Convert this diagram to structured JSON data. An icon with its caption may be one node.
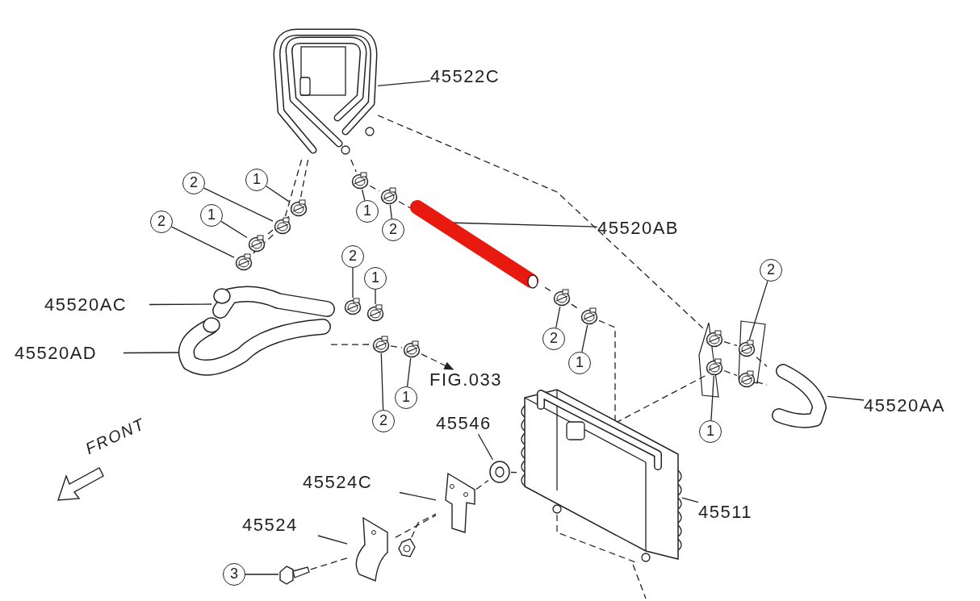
{
  "diagram": {
    "nodes": [
      {
        "text": [
          "45522C"
        ]
      },
      {
        "text": [],
        "shape": "picture"
      },
      {
        "text": [
          "1"
        ]
      },
      {
        "text": [],
        "shape": "picture"
      },
      {
        "text": [
          "2"
        ]
      },
      {
        "text": [],
        "shape": "picture"
      },
      {
        "text": [
          "1"
        ]
      },
      {
        "text": [],
        "shape": "picture"
      },
      {
        "text": [
          "1"
        ]
      },
      {
        "text": [],
        "shape": "picture"
      },
      {
        "text": [
          "2"
        ]
      },
      {
        "text": [],
        "shape": "picture"
      },
      {
        "text": [
          "45520AB"
        ]
      },
      {
        "text": [],
        "shape": "picture"
      },
      {
        "text": [
          "2"
        ]
      },
      {
        "text": [],
        "shape": "picture"
      },
      {
        "text": [
          "2"
        ]
      },
      {
        "text": [],
        "shape": "picture"
      },
      {
        "text": [
          "2"
        ]
      },
      {
        "text": [],
        "shape": "picture"
      },
      {
        "text": [
          "1"
        ]
      },
      {
        "text": [],
        "shape": "picture"
      },
      {
        "text": [
          "45520AC"
        ]
      },
      {
        "text": [],
        "shape": "picture"
      },
      {
        "text": [
          "2"
        ]
      },
      {
        "text": [],
        "shape": "picture"
      },
      {
        "text": [
          "45520AD"
        ]
      },
      {
        "text": [],
        "shape": "picture"
      },
      {
        "text": [
          "1"
        ]
      },
      {
        "text": [],
        "shape": "picture"
      },
      {
        "text": [
          "FIG.033"
        ]
      },
      {
        "text": [
          "1"
        ]
      },
      {
        "text": [],
        "shape": "picture"
      },
      {
        "text": [
          "45520AA"
        ]
      },
      {
        "text": [],
        "shape": "picture"
      },
      {
        "text": [
          "2"
        ]
      },
      {
        "text": [],
        "shape": "picture"
      },
      {
        "text": [
          "45546"
        ]
      },
      {
        "text": [],
        "shape": "picture"
      },
      {
        "text": [
          "1"
        ]
      },
      {
        "text": [],
        "shape": "picture"
      },
      {
        "text": [
          "45524C"
        ]
      },
      {
        "text": [],
        "shape": "picture"
      },
      {
        "text": [
          "45511"
        ]
      },
      {
        "text": [],
        "shape": "picture"
      },
      {
        "text": [
          "45524"
        ]
      },
      {
        "text": [],
        "shape": "picture"
      },
      {
        "text": [
          "3"
        ]
      },
      {
        "text": [],
        "shape": "picture"
      },
      {
        "text": [],
        "shape": "picture"
      },
      {
        "text": [],
        "shape": "picture"
      },
      {
        "text": [],
        "shape": "picture"
      }
    ],
    "edges": [
      {
        "from": 0,
        "to": 1,
        "arrow": "none"
      },
      {
        "from": 2,
        "to": 3,
        "arrow": "none"
      },
      {
        "from": 4,
        "to": 5,
        "arrow": "none"
      },
      {
        "from": 6,
        "to": 7,
        "arrow": "none"
      },
      {
        "from": 8,
        "to": 9,
        "arrow": "none"
      },
      {
        "from": 10,
        "to": 11,
        "arrow": "none"
      },
      {
        "from": 12,
        "to": 13,
        "arrow": "none"
      },
      {
        "from": 14,
        "to": 15,
        "arrow": "none"
      },
      {
        "from": 16,
        "to": 17,
        "arrow": "none"
      },
      {
        "from": 18,
        "to": 19,
        "arrow": "none"
      },
      {
        "from": 20,
        "to": 21,
        "arrow": "none"
      },
      {
        "from": 22,
        "to": 23,
        "arrow": "none"
      },
      {
        "from": 24,
        "to": 25,
        "arrow": "none"
      },
      {
        "from": 26,
        "to": 27,
        "arrow": "none"
      },
      {
        "from": 28,
        "to": 29,
        "arrow": "none"
      },
      {
        "from": 31,
        "to": 32,
        "arrow": "none"
      },
      {
        "from": 33,
        "to": 34,
        "arrow": "none"
      },
      {
        "from": 35,
        "to": 36,
        "arrow": "none"
      },
      {
        "from": 37,
        "to": 38,
        "arrow": "none"
      },
      {
        "from": 39,
        "to": 40,
        "arrow": "none"
      },
      {
        "from": 41,
        "to": 42,
        "arrow": "none"
      },
      {
        "from": 43,
        "to": 44,
        "arrow": "none"
      },
      {
        "from": 45,
        "to": 46,
        "arrow": "none"
      },
      {
        "from": 47,
        "to": 48,
        "arrow": "none"
      },
      {
        "from": 1,
        "to": 3,
        "arrow": "none",
        "style": "dashed"
      },
      {
        "from": 3,
        "to": 9,
        "arrow": "none",
        "style": "dashed"
      },
      {
        "from": 1,
        "to": 5,
        "arrow": "none",
        "style": "dashed"
      },
      {
        "from": 5,
        "to": 11,
        "arrow": "none",
        "style": "dashed"
      },
      {
        "from": 1,
        "to": 7,
        "arrow": "none",
        "style": "dashed"
      },
      {
        "from": 7,
        "to": 15,
        "arrow": "none",
        "style": "dashed"
      },
      {
        "from": 15,
        "to": 13,
        "arrow": "none",
        "style": "dashed"
      },
      {
        "from": 13,
        "to": 25,
        "arrow": "none",
        "style": "dashed"
      },
      {
        "from": 25,
        "to": 29,
        "arrow": "none",
        "style": "dashed"
      },
      {
        "from": 29,
        "to": 44,
        "arrow": "none",
        "style": "dashed"
      },
      {
        "from": 1,
        "to": 49,
        "arrow": "none",
        "style": "dashed"
      },
      {
        "from": 40,
        "to": 44,
        "arrow": "none",
        "style": "dashed"
      },
      {
        "from": 19,
        "to": 34,
        "arrow": "none",
        "style": "dashed"
      },
      {
        "from": 50,
        "to": 34,
        "arrow": "none",
        "style": "dashed"
      },
      {
        "from": 27,
        "to": 36,
        "arrow": "none",
        "style": "dashed"
      },
      {
        "from": 36,
        "to": 32,
        "arrow": "none",
        "style": "dashed"
      },
      {
        "from": 32,
        "to": 30,
        "arrow": "to",
        "style": "dashed"
      },
      {
        "from": 48,
        "to": 46,
        "arrow": "none",
        "style": "dashed"
      },
      {
        "from": 46,
        "to": 42,
        "arrow": "none",
        "style": "dashed"
      },
      {
        "from": 42,
        "to": 38,
        "arrow": "none",
        "style": "dashed"
      },
      {
        "from": 38,
        "to": 44,
        "arrow": "none",
        "style": "dashed"
      },
      {
        "from": 51,
        "to": 42,
        "arrow": "none",
        "style": "dashed"
      },
      {
        "from": 44,
        "to": null,
        "arrow": "none",
        "style": "dashed"
      },
      {
        "from": 49,
        "to": 19,
        "arrow": "none",
        "style": "dashed"
      },
      {
        "from": 40,
        "to": 50,
        "arrow": "none",
        "style": "dashed"
      }
    ],
    "labels": [
      "FRONT"
    ]
  }
}
